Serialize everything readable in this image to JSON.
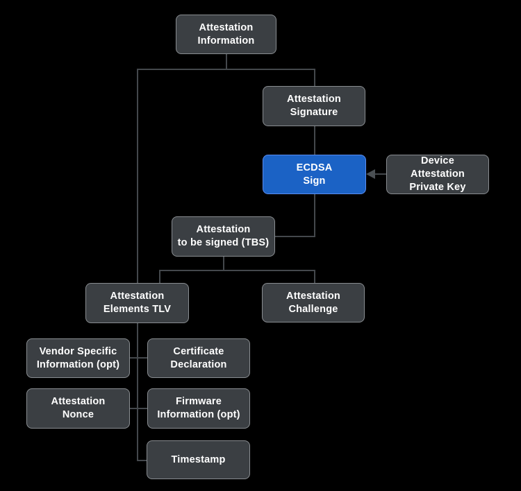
{
  "colors": {
    "background": "#000000",
    "node_fill": "#3B3F43",
    "node_border": "#898D91",
    "node_text": "#FFFFFF",
    "connector": "#44484C",
    "accent_fill": "#1B62C5",
    "accent_border": "#5B8DEF",
    "arrowhead": "#4B5054"
  },
  "nodes": {
    "attestation_information": {
      "label": "Attestation\nInformation"
    },
    "attestation_signature": {
      "label": "Attestation\nSignature"
    },
    "ecdsa_sign": {
      "label": "ECDSA\nSign",
      "accent": true
    },
    "device_attestation_private_key": {
      "label": "Device\nAttestation\nPrivate Key"
    },
    "attestation_tbs": {
      "label": "Attestation\nto be signed (TBS)"
    },
    "attestation_elements_tlv": {
      "label": "Attestation\nElements TLV"
    },
    "attestation_challenge": {
      "label": "Attestation\nChallenge"
    },
    "vendor_specific_information": {
      "label": "Vendor Specific\nInformation (opt)"
    },
    "certificate_declaration": {
      "label": "Certificate\nDeclaration"
    },
    "attestation_nonce": {
      "label": "Attestation\nNonce"
    },
    "firmware_information": {
      "label": "Firmware\nInformation (opt)"
    },
    "timestamp": {
      "label": "Timestamp"
    }
  },
  "edges": [
    {
      "from": "attestation_information",
      "to": "attestation_signature"
    },
    {
      "from": "attestation_information",
      "to": "attestation_elements_tlv"
    },
    {
      "from": "attestation_signature",
      "to": "ecdsa_sign"
    },
    {
      "from": "device_attestation_private_key",
      "to": "ecdsa_sign",
      "arrow": true
    },
    {
      "from": "ecdsa_sign",
      "to": "attestation_tbs"
    },
    {
      "from": "attestation_tbs",
      "to": "attestation_elements_tlv"
    },
    {
      "from": "attestation_tbs",
      "to": "attestation_challenge"
    },
    {
      "from": "attestation_elements_tlv",
      "to": "vendor_specific_information"
    },
    {
      "from": "attestation_elements_tlv",
      "to": "certificate_declaration"
    },
    {
      "from": "attestation_elements_tlv",
      "to": "attestation_nonce"
    },
    {
      "from": "attestation_elements_tlv",
      "to": "firmware_information"
    },
    {
      "from": "attestation_elements_tlv",
      "to": "timestamp"
    }
  ]
}
